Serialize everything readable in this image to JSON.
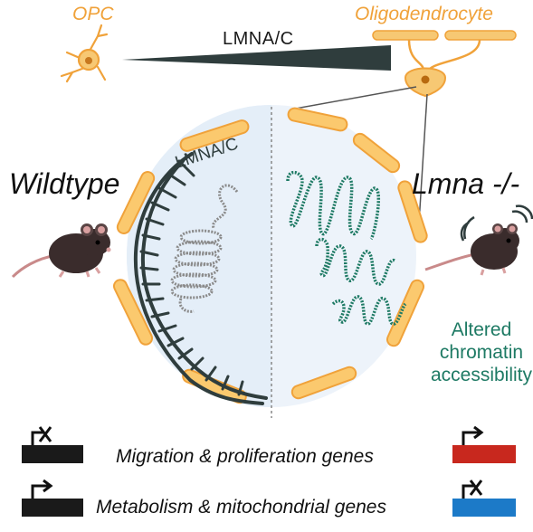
{
  "top": {
    "opc_label": "OPC",
    "oligodendrocyte_label": "Oligodendrocyte",
    "gradient_label": "LMNA/C"
  },
  "nucleus": {
    "lamina_label": "LMNA/C"
  },
  "conditions": {
    "wildtype_label": "Wildtype",
    "knockout_label": "Lmna -/-",
    "knockout_note": "Altered chromatin accessibility"
  },
  "legend": {
    "row1_label": "Migration & proliferation genes",
    "row2_label": "Metabolism & mitochondrial genes"
  },
  "colors": {
    "glia_orange": "#f0a23a",
    "lamina_dark": "#2f3d3d",
    "chromatin_green": "#1e7a64",
    "gene_red": "#c8281e",
    "gene_blue": "#1c7ac8",
    "gene_black": "#1a1a1a",
    "nucleus_fill": "#edf3fa"
  },
  "icons": [
    "opc-cell-icon",
    "oligodendrocyte-icon",
    "mouse-icon",
    "gene-on-arrow-icon",
    "gene-off-x-icon"
  ]
}
